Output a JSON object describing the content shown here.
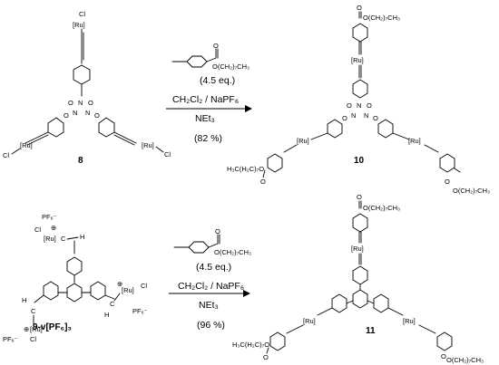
{
  "scheme_top": {
    "reactant": {
      "number": "8",
      "labels": [
        "Cl",
        "[Ru]",
        "O",
        "N",
        "O",
        "N",
        "N",
        "O",
        "O",
        "[Ru]",
        "Cl",
        "Cl",
        "[Ru]"
      ]
    },
    "reagent_ester": "O(CH₂)₇CH₃",
    "conditions": [
      "(4.5 eq.)",
      "CH₂Cl₂ / NaPF₆",
      "NEt₃",
      "(82 %)"
    ],
    "product": {
      "number": "10",
      "top_ester": "O(CH₂)₇CH₃",
      "labels": [
        "O",
        "[Ru]",
        "O",
        "N",
        "O",
        "N",
        "N",
        "O",
        "O",
        "[Ru]",
        "[Ru]"
      ],
      "left_ester": "H₃C(H₂C)₇O",
      "right_ester": "O(CH₂)₇CH₃"
    }
  },
  "scheme_bottom": {
    "reactant": {
      "number": "9-v[PF₆]₃",
      "counterion": "PF₆⁻",
      "labels": [
        "Cl",
        "⊕",
        "[Ru]",
        "C",
        "H",
        "H",
        "C",
        "⊕",
        "[Ru]",
        "Cl",
        "C",
        "H",
        "⊕",
        "[Ru]",
        "Cl"
      ]
    },
    "reagent_ester": "O(CH₂)₇CH₃",
    "conditions": [
      "(4.5 eq.)",
      "CH₂Cl₂ / NaPF₆",
      "NEt₃",
      "(96 %)"
    ],
    "product": {
      "number": "11",
      "top_ester": "O(CH₂)₇CH₃",
      "labels": [
        "O",
        "[Ru]",
        "[Ru]",
        "[Ru]"
      ],
      "left_ester": "H₃C(H₂C)₇O",
      "right_ester": "O(CH₂)₇CH₃"
    }
  }
}
